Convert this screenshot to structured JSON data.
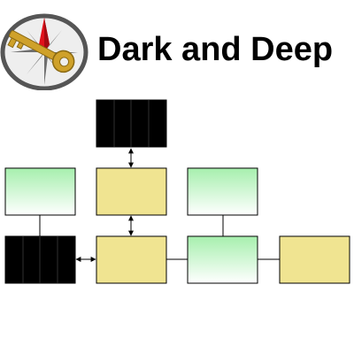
{
  "header": {
    "title": "Dark and Deep",
    "logo_icon": "compass-key-icon"
  },
  "colors": {
    "room_dark": "#000000",
    "room_plain": "#f0e491",
    "room_outdoor_top": "#a6efad",
    "room_outdoor_bottom": "#ffffff",
    "compass_ring": "#555555",
    "compass_red": "#e0111b",
    "key_gold": "#cfa12a"
  },
  "map": {
    "rooms": [
      {
        "id": "r1",
        "kind": "dark"
      },
      {
        "id": "r2",
        "kind": "outdoor"
      },
      {
        "id": "r3",
        "kind": "plain"
      },
      {
        "id": "r4",
        "kind": "outdoor"
      },
      {
        "id": "r5",
        "kind": "dark"
      },
      {
        "id": "r6",
        "kind": "plain"
      },
      {
        "id": "r7",
        "kind": "outdoor"
      },
      {
        "id": "r8",
        "kind": "plain"
      }
    ],
    "connections": [
      {
        "from": "r1",
        "to": "r3",
        "type": "two-way-arrow"
      },
      {
        "from": "r3",
        "to": "r6",
        "type": "two-way-arrow"
      },
      {
        "from": "r5",
        "to": "r6",
        "type": "two-way-arrow"
      },
      {
        "from": "r2",
        "to": "r5",
        "type": "line"
      },
      {
        "from": "r4",
        "to": "r7",
        "type": "line"
      },
      {
        "from": "r6",
        "to": "r7",
        "type": "line"
      },
      {
        "from": "r7",
        "to": "r8",
        "type": "line"
      }
    ]
  }
}
